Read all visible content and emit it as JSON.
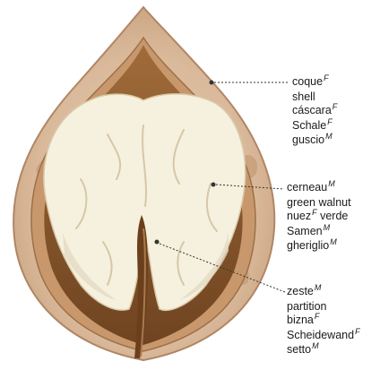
{
  "title": "",
  "labels": {
    "shell": [
      {
        "text": "coque",
        "gender": "F"
      },
      {
        "text": "shell",
        "gender": ""
      },
      {
        "text": "cáscara",
        "gender": "F"
      },
      {
        "text": "Schale",
        "gender": "F"
      },
      {
        "text": "guscio",
        "gender": "M"
      }
    ],
    "kernel": [
      {
        "text": "cerneau",
        "gender": "M"
      },
      {
        "text": "green walnut",
        "gender": ""
      },
      {
        "text": "nuez",
        "gender": "F",
        "suffix": " verde"
      },
      {
        "text": "Samen",
        "gender": "M"
      },
      {
        "text": "gheriglio",
        "gender": "M"
      }
    ],
    "partition": [
      {
        "text": "zeste",
        "gender": "M"
      },
      {
        "text": "partition",
        "gender": ""
      },
      {
        "text": "bizna",
        "gender": "F"
      },
      {
        "text": "Scheidewand",
        "gender": "F"
      },
      {
        "text": "setto",
        "gender": "M"
      }
    ]
  },
  "colors": {
    "shell_outer": "#d9b99a",
    "shell_inner": "#b98a5e",
    "cavity": "#8a5a2e",
    "kernel": "#f6f0df",
    "kernel_shadow": "#ddd2b8",
    "partition": "#6b3f1c",
    "leader": "#333333"
  }
}
